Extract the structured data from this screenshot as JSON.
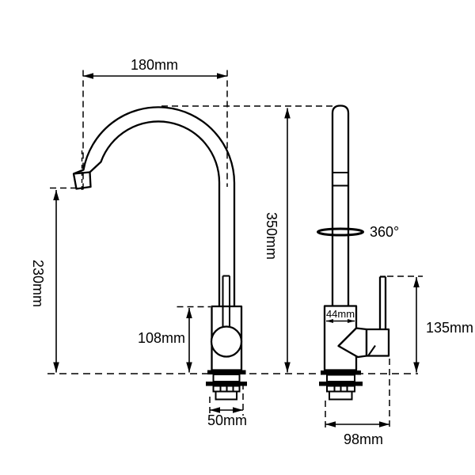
{
  "page": {
    "background": "#ffffff",
    "line_color": "#000000",
    "description": "Kitchen mixer tap dimension drawing, front and side views"
  },
  "front_view": {
    "spout_reach": "180mm",
    "outlet_height": "230mm",
    "body_height": "108mm",
    "base_width": "50mm"
  },
  "side_view": {
    "overall_height": "350mm",
    "swivel_rotation": "360°",
    "body_width": "44mm",
    "handle_height": "135mm",
    "base_depth": "98mm"
  }
}
